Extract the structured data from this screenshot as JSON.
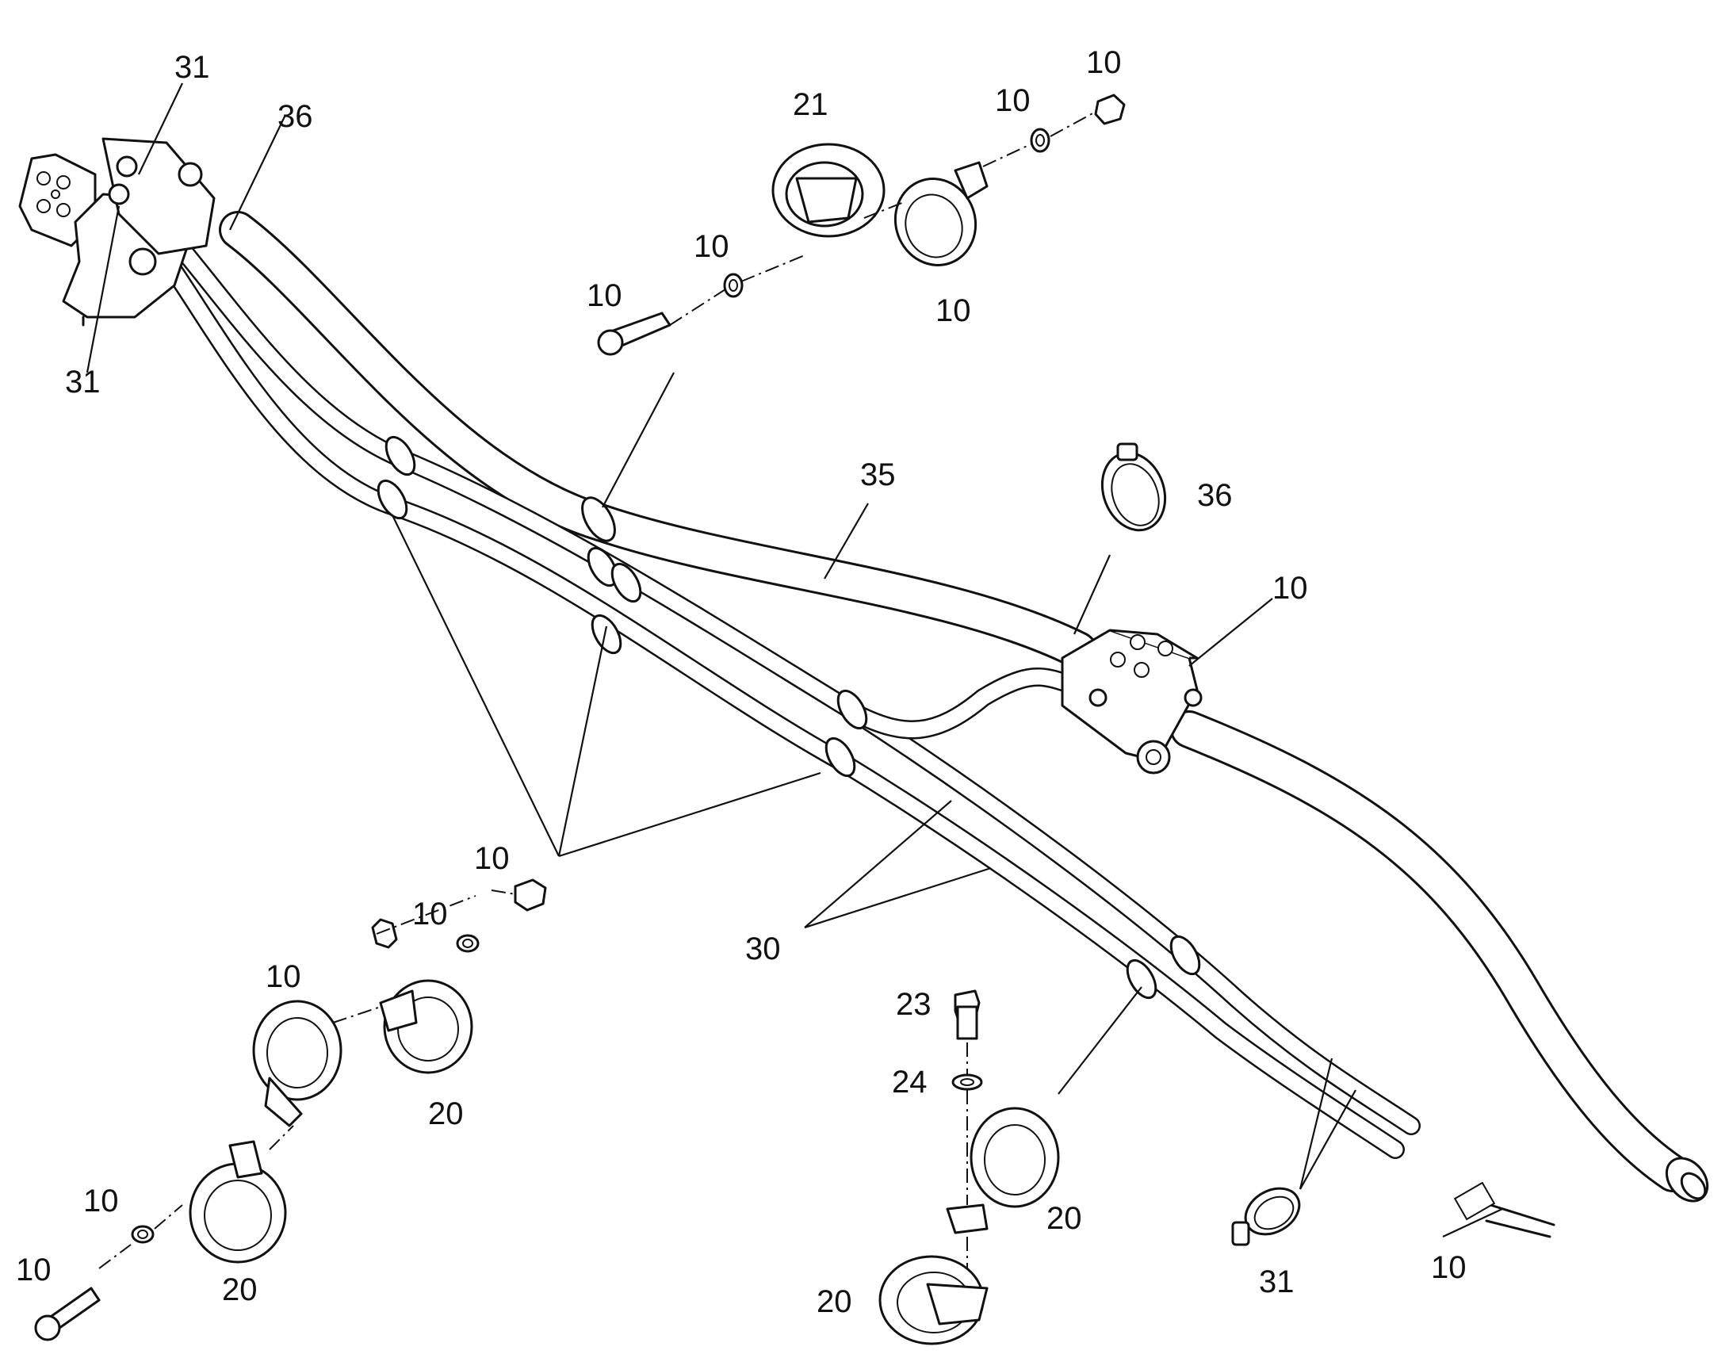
{
  "diagram": {
    "callouts": [
      {
        "id": "c1",
        "text": "31"
      },
      {
        "id": "c2",
        "text": "36"
      },
      {
        "id": "c3",
        "text": "31"
      },
      {
        "id": "c4",
        "text": "21"
      },
      {
        "id": "c5",
        "text": "10"
      },
      {
        "id": "c6",
        "text": "10"
      },
      {
        "id": "c7",
        "text": "10"
      },
      {
        "id": "c8",
        "text": "10"
      },
      {
        "id": "c9",
        "text": "10"
      },
      {
        "id": "c10",
        "text": "35"
      },
      {
        "id": "c11",
        "text": "36"
      },
      {
        "id": "c12",
        "text": "10"
      },
      {
        "id": "c13",
        "text": "10"
      },
      {
        "id": "c14",
        "text": "10"
      },
      {
        "id": "c15",
        "text": "10"
      },
      {
        "id": "c16",
        "text": "30"
      },
      {
        "id": "c17",
        "text": "20"
      },
      {
        "id": "c18",
        "text": "10"
      },
      {
        "id": "c19",
        "text": "10"
      },
      {
        "id": "c20",
        "text": "20"
      },
      {
        "id": "c21",
        "text": "23"
      },
      {
        "id": "c22",
        "text": "24"
      },
      {
        "id": "c23",
        "text": "20"
      },
      {
        "id": "c24",
        "text": "20"
      },
      {
        "id": "c25",
        "text": "31"
      },
      {
        "id": "c26",
        "text": "10"
      }
    ]
  }
}
